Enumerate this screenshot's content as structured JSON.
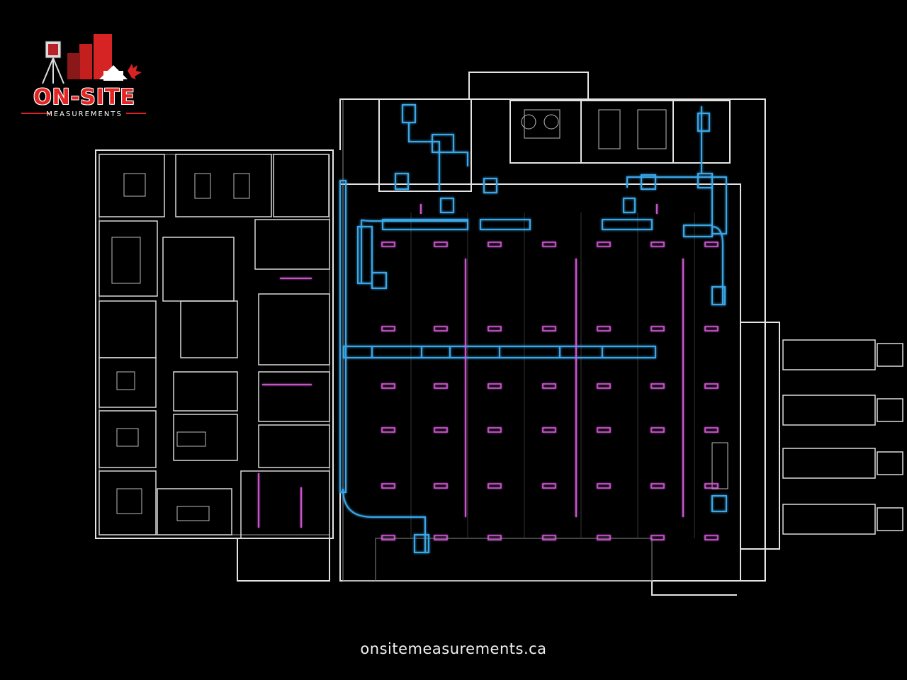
{
  "logo": {
    "title": "ON-SITE",
    "subtitle": "MEASUREMENTS",
    "brand_red": "#e32424"
  },
  "website": "onsitemeasurements.ca",
  "colors": {
    "background": "#000000",
    "walls": "#e9e9e9",
    "duct": "#3aa6e8",
    "lighting": "#d45ad8"
  }
}
